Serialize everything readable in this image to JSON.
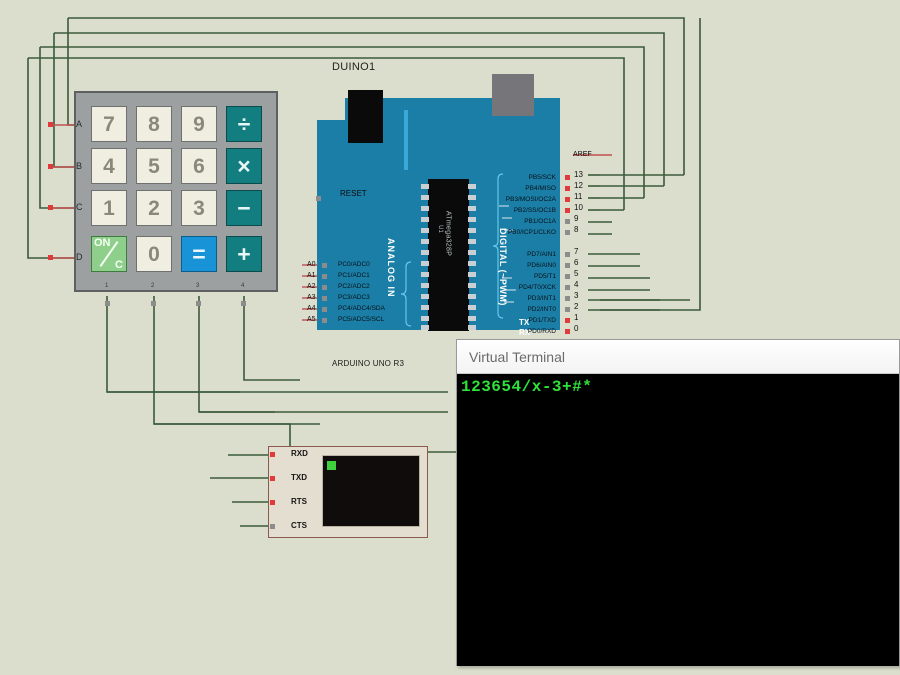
{
  "canvas": {
    "background": "#dcdecd",
    "wire_color": "#3b5a3b",
    "pin_red": "#e03a3a",
    "pin_gray": "#8c8c8c"
  },
  "keypad": {
    "name": "calculator-keypad",
    "body_color": "#9ca0a1",
    "row_labels": [
      "A",
      "B",
      "C",
      "D"
    ],
    "col_labels": [
      "1",
      "2",
      "3",
      "4"
    ],
    "keys": [
      {
        "label": "7",
        "type": "num"
      },
      {
        "label": "8",
        "type": "num"
      },
      {
        "label": "9",
        "type": "num"
      },
      {
        "label": "÷",
        "type": "op"
      },
      {
        "label": "4",
        "type": "num"
      },
      {
        "label": "5",
        "type": "num"
      },
      {
        "label": "6",
        "type": "num"
      },
      {
        "label": "×",
        "type": "op"
      },
      {
        "label": "1",
        "type": "num"
      },
      {
        "label": "2",
        "type": "num"
      },
      {
        "label": "3",
        "type": "num"
      },
      {
        "label": "−",
        "type": "op"
      },
      {
        "label": "ON/C",
        "type": "onc",
        "on": "ON",
        "c": "C"
      },
      {
        "label": "0",
        "type": "num"
      },
      {
        "label": "=",
        "type": "eq"
      },
      {
        "label": "+",
        "type": "op"
      }
    ]
  },
  "board": {
    "reference": "DUINO1",
    "footer_label": "ARDUINO UNO R3",
    "chip_text": "ATmega328P",
    "chip_ref": "U1",
    "reset_label": "RESET",
    "aref_label": "AREF",
    "analog_section": "ANALOG IN",
    "digital_section": "DIGITAL (~PWM)",
    "tx_label": "TX",
    "rx_label": "RX",
    "board_color": "#1b7ea6",
    "analog_pins": [
      {
        "num": "A0",
        "label": "PC0/ADC0"
      },
      {
        "num": "A1",
        "label": "PC1/ADC1"
      },
      {
        "num": "A2",
        "label": "PC2/ADC2"
      },
      {
        "num": "A3",
        "label": "PC3/ADC3"
      },
      {
        "num": "A4",
        "label": "PC4/ADC4/SDA"
      },
      {
        "num": "A5",
        "label": "PC5/ADC5/SCL"
      }
    ],
    "digital_pins": [
      {
        "num": "13",
        "label": "PB5/SCK",
        "active": true
      },
      {
        "num": "12",
        "label": "PB4/MISO",
        "active": true
      },
      {
        "num": "11",
        "label": "PB3/MOSI/OC2A",
        "active": true
      },
      {
        "num": "10",
        "label": "PB2/SS/OC1B",
        "active": true
      },
      {
        "num": "9",
        "label": "PB1/OC1A",
        "active": false
      },
      {
        "num": "8",
        "label": "PB0/ICP1/CLKO",
        "active": false
      },
      {
        "num": "7",
        "label": "PD7/AIN1",
        "active": false
      },
      {
        "num": "6",
        "label": "PD6/AIN0",
        "active": false
      },
      {
        "num": "5",
        "label": "PD5/T1",
        "active": false
      },
      {
        "num": "4",
        "label": "PD4/T0/XCK",
        "active": false
      },
      {
        "num": "3",
        "label": "PD3/INT1",
        "active": false
      },
      {
        "num": "2",
        "label": "PD2/INT0",
        "active": false
      },
      {
        "num": "1",
        "label": "PD1/TXD",
        "active": true
      },
      {
        "num": "0",
        "label": "PD0/RXD",
        "active": true
      }
    ]
  },
  "serial_module": {
    "name": "serial-port-module",
    "pins": [
      {
        "label": "RXD",
        "active": true
      },
      {
        "label": "TXD",
        "active": true
      },
      {
        "label": "RTS",
        "active": true
      },
      {
        "label": "CTS",
        "active": false
      }
    ],
    "led_color": "#3fcf3f"
  },
  "terminal": {
    "title": "Virtual Terminal",
    "text": "123654/x-3+#*",
    "text_color": "#2ee23a",
    "background": "#000000"
  }
}
